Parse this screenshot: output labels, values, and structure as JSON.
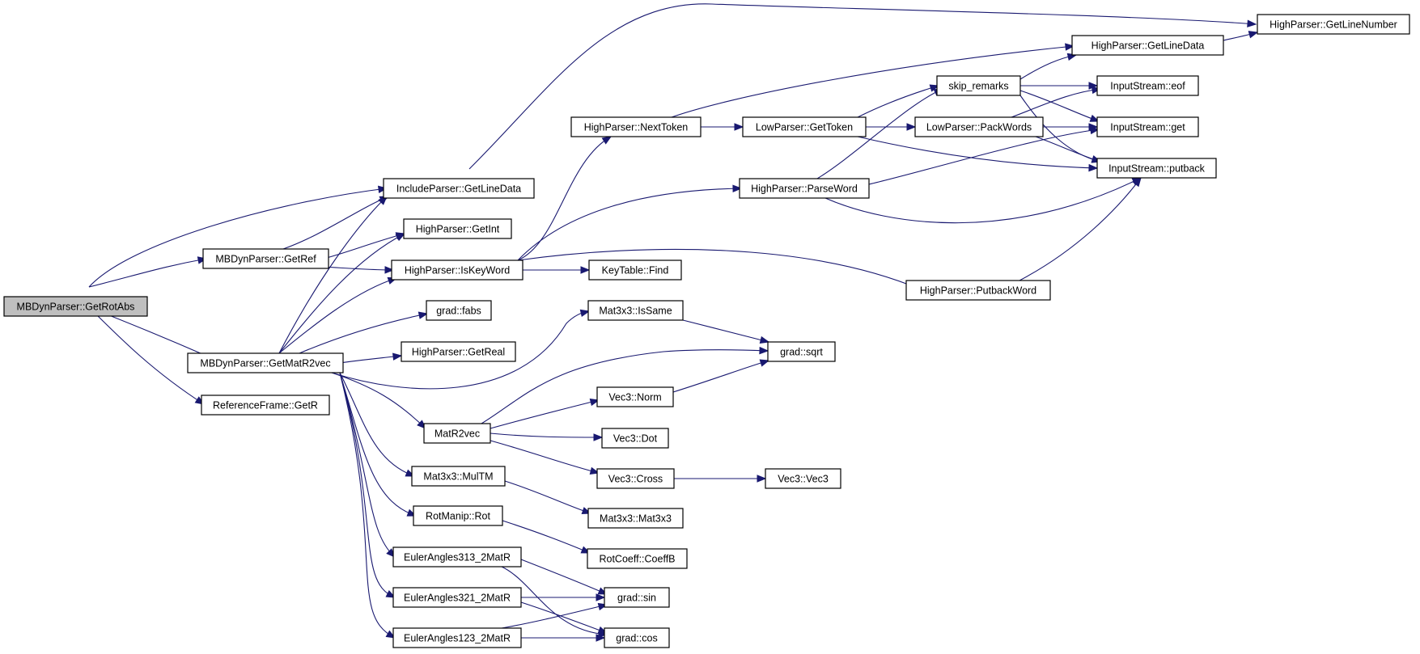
{
  "graph": {
    "edge_color": "#191970",
    "node_fill": "#ffffff",
    "root_fill": "#bfbfbf",
    "nodes": [
      {
        "id": "getrotabs",
        "label": "MBDynParser::GetRotAbs",
        "root": true
      },
      {
        "id": "include_getlinedata",
        "label": "IncludeParser::GetLineData"
      },
      {
        "id": "getref",
        "label": "MBDynParser::GetRef"
      },
      {
        "id": "getmatr2vec",
        "label": "MBDynParser::GetMatR2vec"
      },
      {
        "id": "refframe_getr",
        "label": "ReferenceFrame::GetR"
      },
      {
        "id": "getint",
        "label": "HighParser::GetInt"
      },
      {
        "id": "iskeyword",
        "label": "HighParser::IsKeyWord"
      },
      {
        "id": "fabs",
        "label": "grad::fabs"
      },
      {
        "id": "getreal",
        "label": "HighParser::GetReal"
      },
      {
        "id": "matr2vec",
        "label": "MatR2vec"
      },
      {
        "id": "multm",
        "label": "Mat3x3::MulTM"
      },
      {
        "id": "rot",
        "label": "RotManip::Rot"
      },
      {
        "id": "euler313",
        "label": "EulerAngles313_2MatR"
      },
      {
        "id": "euler321",
        "label": "EulerAngles321_2MatR"
      },
      {
        "id": "euler123",
        "label": "EulerAngles123_2MatR"
      },
      {
        "id": "nexttoken",
        "label": "HighParser::NextToken"
      },
      {
        "id": "find",
        "label": "KeyTable::Find"
      },
      {
        "id": "issame",
        "label": "Mat3x3::IsSame"
      },
      {
        "id": "norm",
        "label": "Vec3::Norm"
      },
      {
        "id": "dot",
        "label": "Vec3::Dot"
      },
      {
        "id": "cross",
        "label": "Vec3::Cross"
      },
      {
        "id": "mat3x3",
        "label": "Mat3x3::Mat3x3"
      },
      {
        "id": "coeffb",
        "label": "RotCoeff::CoeffB"
      },
      {
        "id": "sin",
        "label": "grad::sin"
      },
      {
        "id": "cos",
        "label": "grad::cos"
      },
      {
        "id": "gettoken",
        "label": "LowParser::GetToken"
      },
      {
        "id": "parseword",
        "label": "HighParser::ParseWord"
      },
      {
        "id": "sqrt",
        "label": "grad::sqrt"
      },
      {
        "id": "vec3",
        "label": "Vec3::Vec3"
      },
      {
        "id": "skip_remarks",
        "label": "skip_remarks"
      },
      {
        "id": "packwords",
        "label": "LowParser::PackWords"
      },
      {
        "id": "putbackword",
        "label": "HighParser::PutbackWord"
      },
      {
        "id": "high_getlinedata",
        "label": "HighParser::GetLineData"
      },
      {
        "id": "eof",
        "label": "InputStream::eof"
      },
      {
        "id": "get",
        "label": "InputStream::get"
      },
      {
        "id": "putback",
        "label": "InputStream::putback"
      },
      {
        "id": "getlinenumber",
        "label": "HighParser::GetLineNumber"
      }
    ]
  }
}
